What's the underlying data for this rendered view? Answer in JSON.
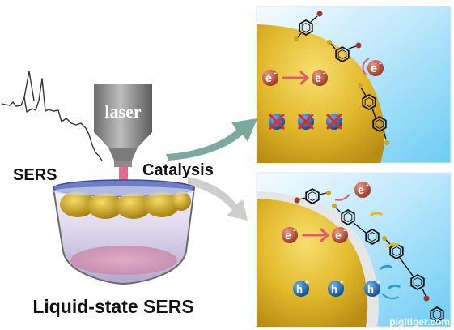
{
  "labels": {
    "laser": "laser",
    "sers": "SERS",
    "catalysis": "Catalysis",
    "title": "Liquid-state SERS",
    "watermark": "pigltiger.com"
  },
  "particles": {
    "electron_symbol": "e",
    "electron_charge": "-",
    "hole_symbol": "h",
    "hole_charge": "+"
  },
  "colors": {
    "gold": "#e5be2c",
    "sky_top": "#f4fbff",
    "sky_bottom": "#7fd4f6",
    "electron": "#b44a35",
    "hole": "#1f6fb5",
    "arrow_red": "#e35a6a",
    "laser_beam": "#e86a8e",
    "catalysis_arrow": "#6f9e93",
    "shadow_arrow": "#c9c9c9",
    "shell": "#e4e4e4"
  }
}
